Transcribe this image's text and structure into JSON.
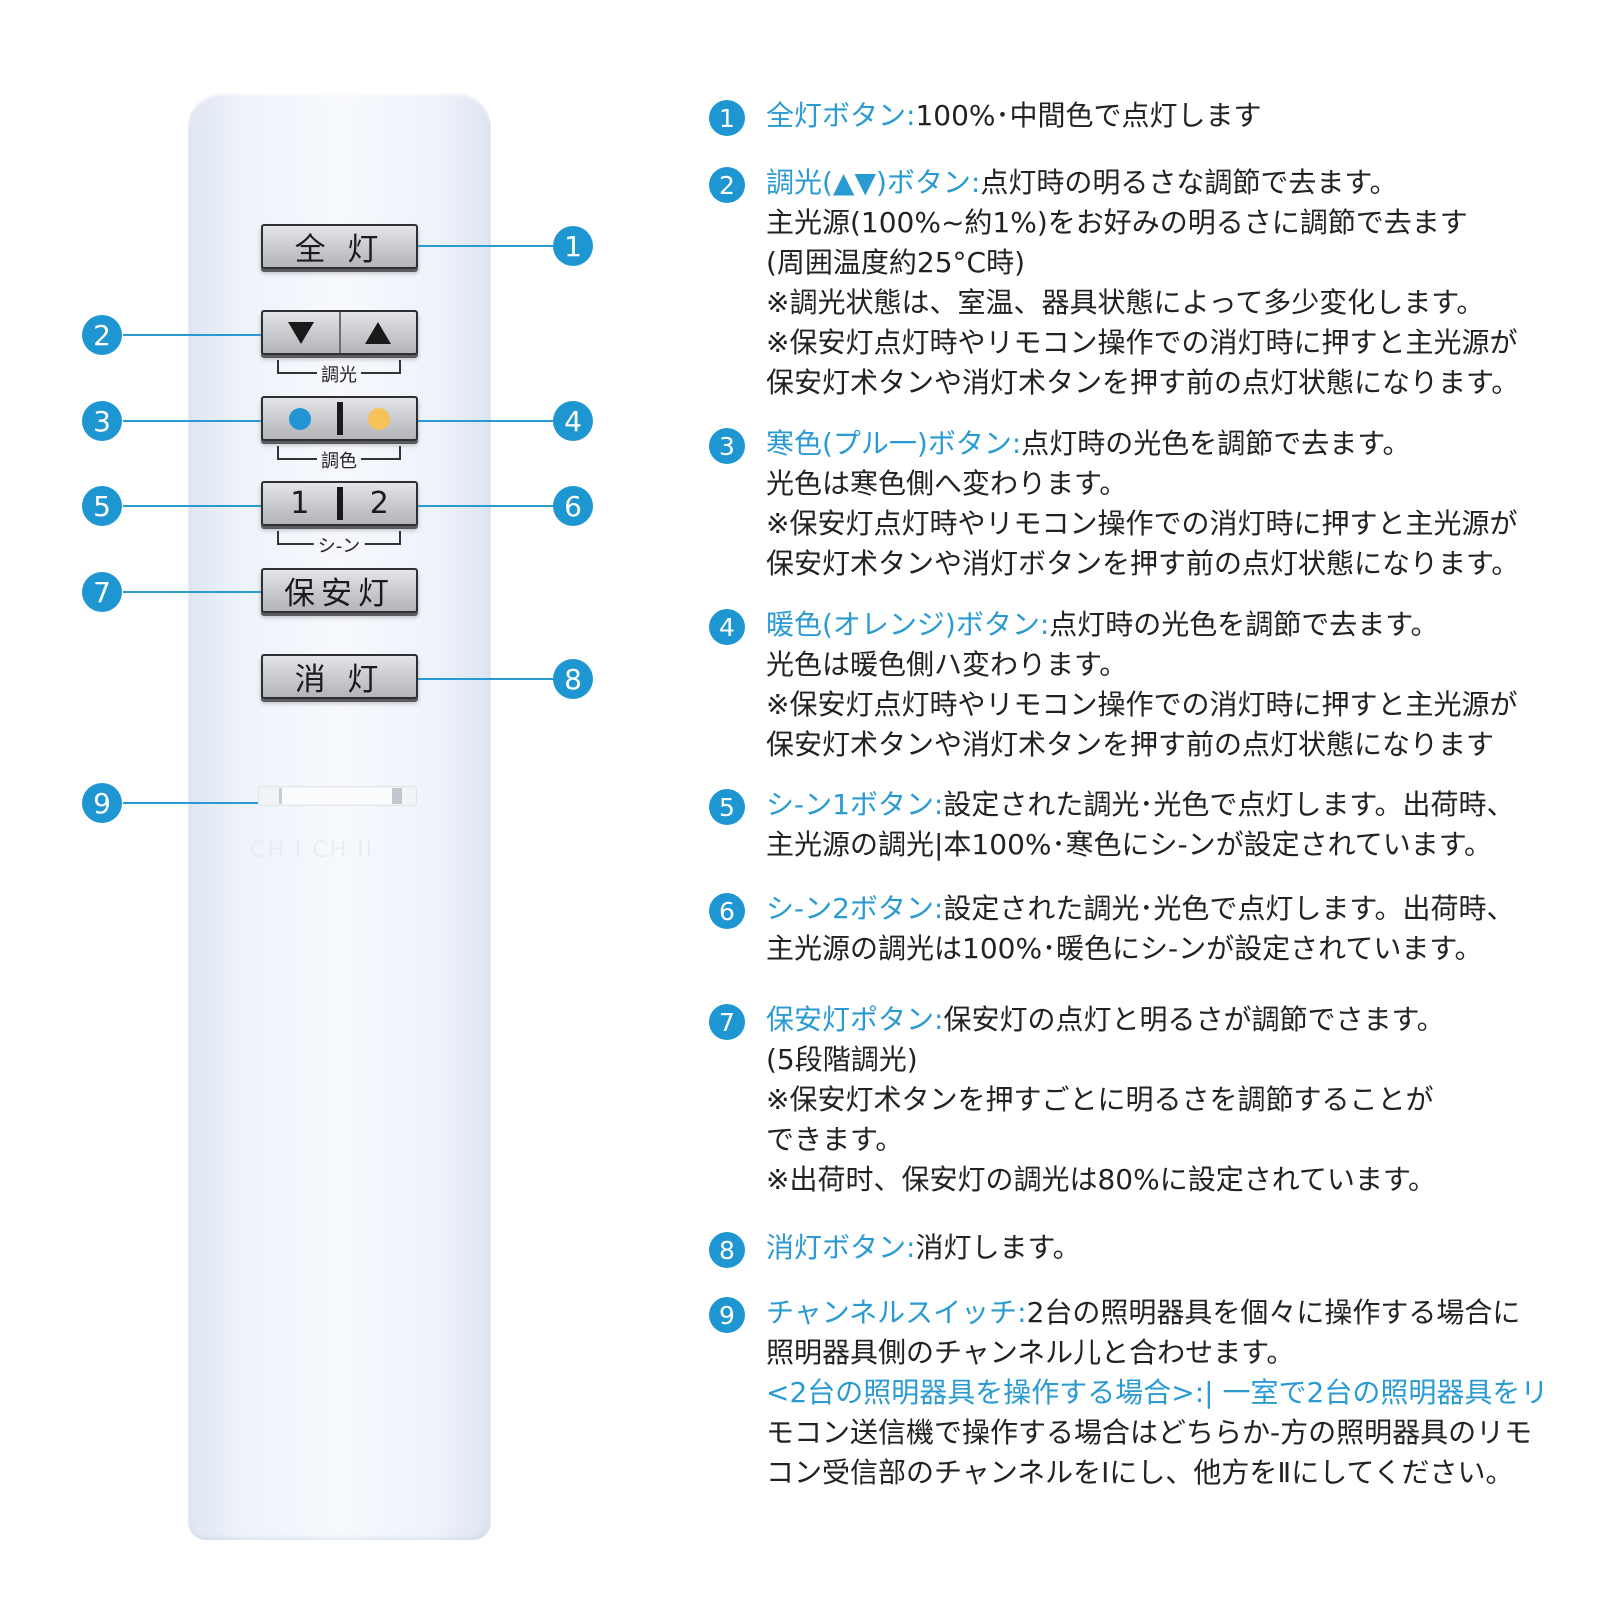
{
  "accent_color": "#2a9bd2",
  "remote": {
    "btn_full": "全 灯",
    "btn_dim_down_icon": "triangle-down-icon",
    "btn_dim_up_icon": "triangle-up-icon",
    "label_dim": "調光",
    "btn_color_cool_dot": "#2196d3",
    "btn_color_warm_dot": "#f6c35b",
    "label_color": "調色",
    "btn_scene_1": "1",
    "btn_scene_2": "2",
    "label_scene": "シ-ン",
    "btn_night": "保安灯",
    "btn_off": "消 灯",
    "switch_labels": "CH I   CH II"
  },
  "callouts": [
    "1",
    "2",
    "3",
    "4",
    "5",
    "6",
    "7",
    "8",
    "9"
  ],
  "descriptions": [
    {
      "num": "1",
      "title": "全灯ボタン:",
      "lines": [
        "100%･中間色で点灯します"
      ]
    },
    {
      "num": "2",
      "title": "調光(▲▼)ボタン:",
      "lines": [
        "点灯時の明るさな調節で去ます。",
        "主光源(100%~約1%)をお好みの明るさに調節で去ます",
        "(周囲温度約25°C時)",
        "※調光状態は、室温、器具状態によって多少変化します。",
        "※保安灯点灯時やリモコン操作での消灯時に押すと主光源が",
        "保安灯术タンや消灯术タンを押す前の点灯状態になります。"
      ]
    },
    {
      "num": "3",
      "title": "寒色(プル一)ボタン:",
      "lines": [
        "点灯時の光色を調節で去ます。",
        "光色は寒色側へ変わります。",
        "※保安灯点灯時やリモコン操作での消灯時に押すと主光源が",
        "保安灯术タンや消灯ボタンを押す前の点灯状態になります。"
      ]
    },
    {
      "num": "4",
      "title": "暖色(オレンジ)ボタン:",
      "lines": [
        "点灯時の光色を調節で去ます。",
        "光色は暖色側ハ変わります。",
        "※保安灯点灯時やリモコン操作での消灯時に押すと主光源が",
        "保安灯术タンや消灯术タンを押す前の点灯状態になります"
      ]
    },
    {
      "num": "5",
      "title": "シ-ン1ボタン:",
      "lines": [
        "設定された調光･光色で点灯します。出荷時、",
        "主光源の調光|本100%･寒色にシ-ンが設定されています。"
      ]
    },
    {
      "num": "6",
      "title": "シ-ン2ボタン:",
      "lines": [
        "設定された調光･光色で点灯します。出荷時、",
        "主光源の調光は100%･暖色にシ-ンが設定されています。"
      ]
    },
    {
      "num": "7",
      "title": "保安灯ポタン:",
      "lines": [
        "保安灯の点灯と明るさが調節でさます。",
        "(5段階調光)",
        "※保安灯术タンを押すごとに明るさを調節することが",
        "できます。",
        "※出荷时、保安灯の調光は80%に設定されています。"
      ]
    },
    {
      "num": "8",
      "title": "消灯ボタン:",
      "lines": [
        "消灯します。"
      ]
    },
    {
      "num": "9",
      "title": "チャンネルスイッチ:",
      "lines": [
        "2台の照明器具を個々に操作する場合に",
        "照明器具側のチャンネル儿と合わせます。",
        "<2台の照明器具を操作する場合>:|  一室で2台の照明器具をリ",
        "モコン送信機で操作する場合はどちらか-方の照明器具のリモ",
        "コン受信部のチャンネルをIにし、他方をⅡにしてください。"
      ]
    }
  ]
}
